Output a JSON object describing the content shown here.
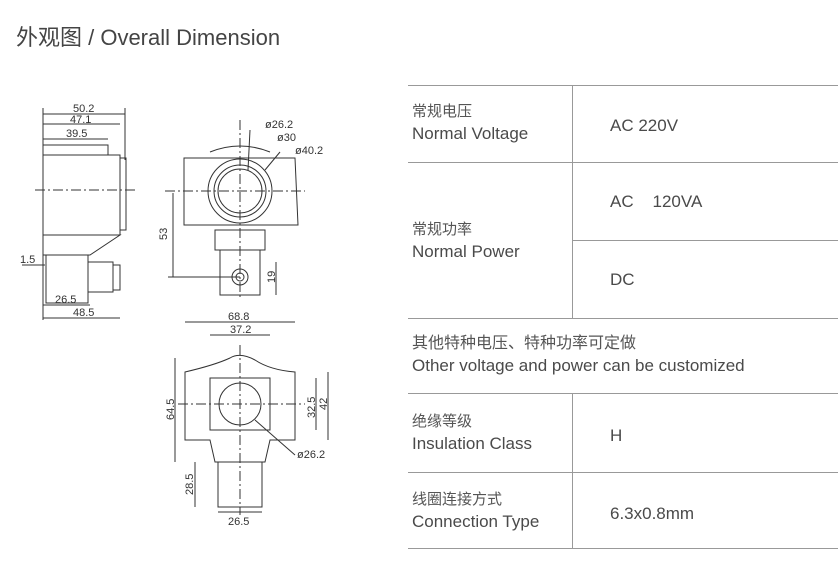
{
  "title": "外观图 / Overall Dimension",
  "drawing": {
    "side": {
      "d1": "50.2",
      "d2": "47.1",
      "d3": "39.5",
      "d4": "1.5",
      "d5": "26.5",
      "d6": "48.5"
    },
    "front": {
      "d1": "ø26.2",
      "d2": "ø30",
      "d3": "ø40.2",
      "d4": "53",
      "d5": "19"
    },
    "top": {
      "d1": "68.8",
      "d2": "37.2",
      "d3": "64.5",
      "d4": "32.5",
      "d5": "42",
      "d6": "ø26.2",
      "d7": "28.5",
      "d8": "26.5"
    }
  },
  "table": {
    "voltage": {
      "cn": "常规电压",
      "en": "Normal Voltage",
      "value": "AC 220V"
    },
    "power": {
      "cn": "常规功率",
      "en": "Normal Power",
      "ac": "AC    120VA",
      "dc": "DC"
    },
    "custom": {
      "cn": "其他特种电压、特种功率可定做",
      "en": "Other voltage and power can be customized"
    },
    "insulation": {
      "cn": "绝缘等级",
      "en": "Insulation Class",
      "value": "H"
    },
    "connection": {
      "cn": "线圈连接方式",
      "en": "Connection Type",
      "value": "6.3x0.8mm"
    }
  }
}
